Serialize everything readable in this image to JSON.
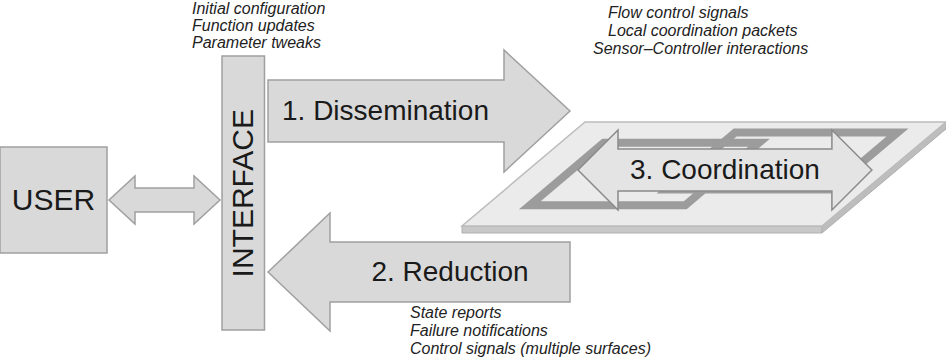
{
  "diagram": {
    "nodes": [
      {
        "text": [
          "USER"
        ]
      },
      {
        "text": [
          "INTERFACE"
        ]
      },
      {
        "text": [
          "1. Dissemination"
        ]
      },
      {
        "text": [
          "2. Reduction"
        ]
      },
      {
        "text": [
          "3. Coordination"
        ]
      }
    ],
    "edges": [
      {
        "from": 0,
        "to": 1,
        "arrow": "both"
      }
    ],
    "labels": [
      "Initial configuration",
      "Function updates",
      "Parameter tweaks",
      "Flow control signals",
      "Local coordination packets",
      "Sensor–Controller interactions",
      "State reports",
      "Failure notifications",
      "Control signals (multiple surfaces)"
    ]
  }
}
